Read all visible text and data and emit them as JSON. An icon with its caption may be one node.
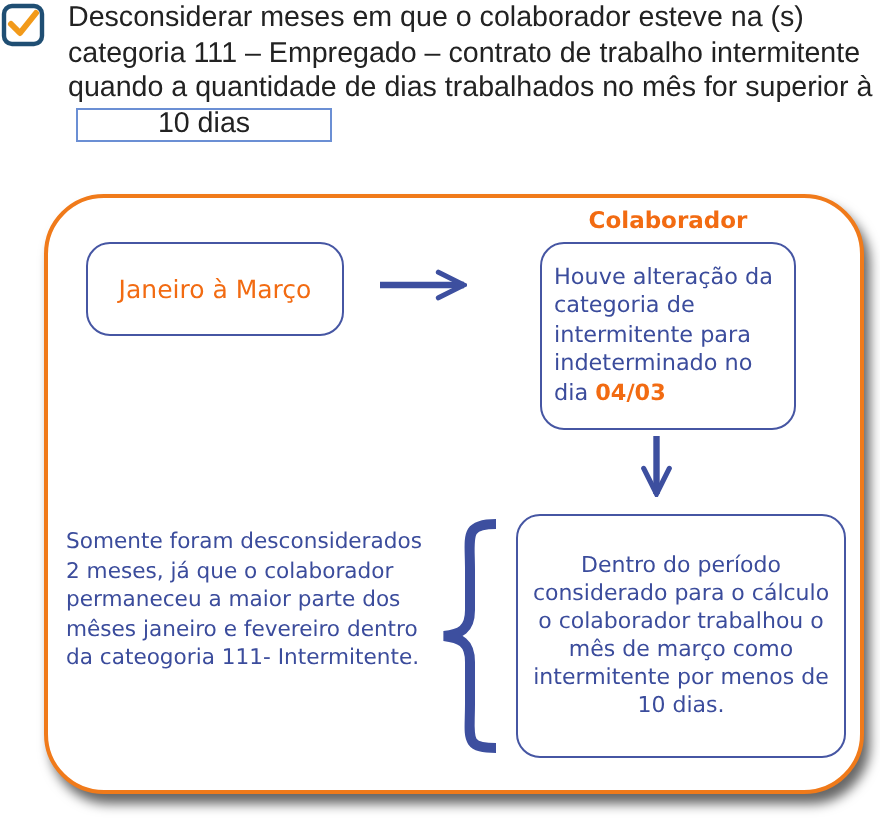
{
  "diagram": {
    "nodes": [
      {
        "text": [],
        "shape": "box"
      },
      {
        "text": [
          "Janeiro à Março"
        ],
        "in": 0
      },
      {
        "text": [
          "Colaborador",
          "Houve alteração da categoria de intermitente para indeterminado no dia **04/03**"
        ],
        "in": 0
      },
      {
        "text": [
          "Dentro do período considerado para o cálculo o colaborador trabalhou o mês de março como intermitente por menos de 10 dias."
        ],
        "in": 0
      }
    ],
    "edges": [
      {
        "from": 1,
        "to": 2,
        "arrow": "to"
      },
      {
        "from": 2,
        "to": 3,
        "arrow": "to"
      }
    ],
    "labels": [
      "Desconsiderar meses em que o colaborador esteve na (s) categoria 111 – Empregado – contrato de trabalho intermitente quando a quantidade de dias trabalhados no mês for superior à",
      "10 dias",
      "Somente foram desconsiderados 2 meses, já que o colaborador permaneceu a maior parte dos mêses janeiro e fevereiro dentro da cateogoria 111- Intermitente."
    ]
  }
}
